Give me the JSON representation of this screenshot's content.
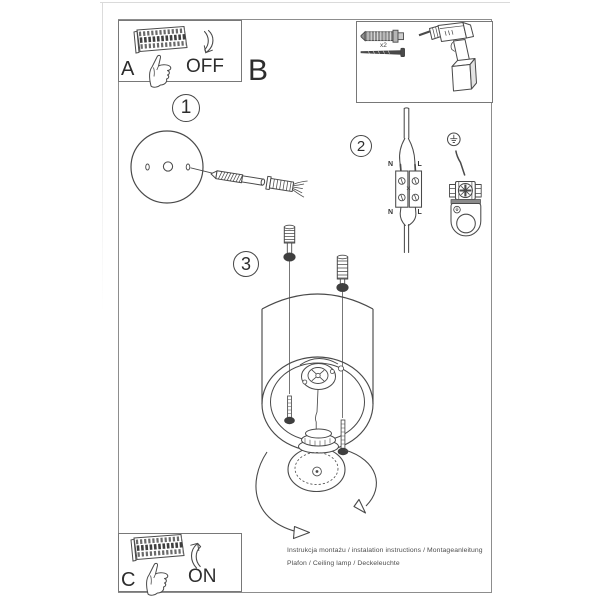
{
  "doc": {
    "sections": {
      "a": "A",
      "b": "B",
      "c": "C"
    },
    "power": {
      "off": "OFF",
      "on": "ON"
    },
    "steps": {
      "s1": "1",
      "s2": "2",
      "s3": "3"
    },
    "wiring": {
      "n_top": "N",
      "l_top": "L",
      "n_bottom": "N",
      "l_bottom": "L"
    },
    "parts": {
      "dowel_qty": "x2"
    },
    "footer": {
      "line1": "Instrukcja montażu / instalation instructions / Montageanleitung",
      "line2": "Plafon / Ceiling lamp / Deckeleuchte"
    },
    "colors": {
      "line_art": "#4a4a4a",
      "frame_border": "#8d8d8d",
      "dark_fill": "#3f3f3f",
      "footer_text": "#4d4d4d"
    }
  }
}
